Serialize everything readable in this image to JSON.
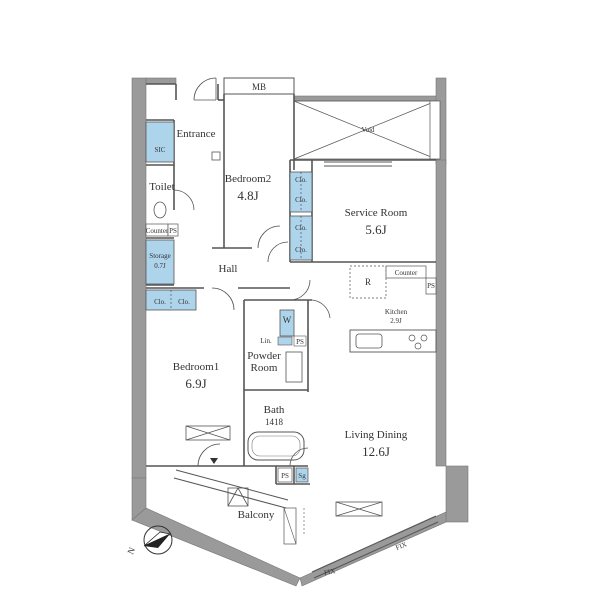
{
  "colors": {
    "wall": "#9a9a9a",
    "wall_dark": "#7a7a7a",
    "line": "#555555",
    "storage_fill": "#aed4ec",
    "background": "#ffffff"
  },
  "labels": {
    "mb": "MB",
    "entrance": "Entrance",
    "sic": "SIC",
    "toilet": "Toilet",
    "counter_small": "Counter",
    "ps_toilet": "PS",
    "storage": "Storage",
    "storage_size": "0.7J",
    "bedroom2": "Bedroom2",
    "bedroom2_size": "4.8J",
    "clo": "Clo.",
    "void": "Void",
    "service_room": "Service Room",
    "service_room_size": "5.6J",
    "hall": "Hall",
    "r": "R",
    "counter": "Counter",
    "ps_kitchen": "PS",
    "kitchen": "Kitchen",
    "kitchen_size": "2.9J",
    "w": "W",
    "lin": "Lin.",
    "ps_lin": "PS",
    "powder_room_1": "Powder",
    "powder_room_2": "Room",
    "bedroom1": "Bedroom1",
    "bedroom1_size": "6.9J",
    "bath": "Bath",
    "bath_size": "1418",
    "living_dining": "Living Dining",
    "living_dining_size": "12.6J",
    "ps_balcony": "PS",
    "sg": "Sg",
    "balcony": "Balcony",
    "fix_1": "FIX",
    "fix_2": "FIX",
    "north": "N"
  }
}
